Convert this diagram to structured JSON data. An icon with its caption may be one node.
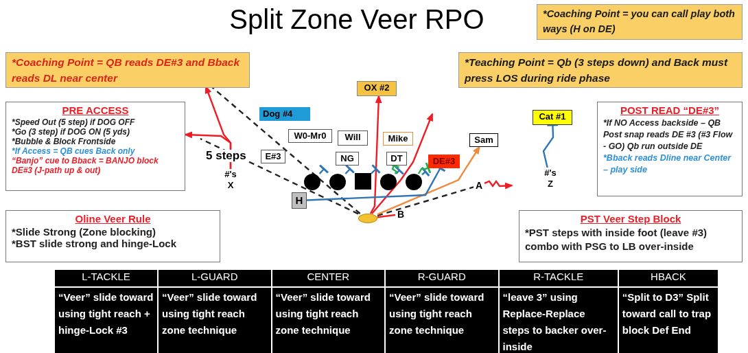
{
  "diagram": {
    "title": "Split Zone Veer RPO",
    "nodes": [
      {
        "text": [
          "*Coaching Point = you can call play both ways (H on DE)"
        ]
      },
      {
        "text": [
          "*Coaching Point = QB reads DE#3 and Bback reads DL near center"
        ]
      },
      {
        "text": [
          "*Teaching Point = Qb (3 steps down) and Back must press LOS during ride phase"
        ]
      },
      {
        "text": [
          "OX #2"
        ]
      },
      {
        "text": [
          "PRE ACCESS",
          "*Speed Out (5 step) if DOG OFF",
          "*Go (3 step) if DOG ON (5 yds)",
          "*Bubble & Block Frontside",
          "*If Access = QB cues Back only",
          "“Banjo” cue to Bback = BANJO block DE#3 (J-path up & out)"
        ]
      },
      {
        "text": [
          "Dog #4"
        ]
      },
      {
        "text": [
          "Cat #1"
        ]
      },
      {
        "text": [
          "POST READ “DE#3”",
          "*If NO Access backside – QB Post snap reads DE #3 (#3 Flow - GO) Qb run outside DE",
          "*Bback reads Dline near Center – play side"
        ]
      },
      {
        "text": [
          "W0-Mr0"
        ]
      },
      {
        "text": [
          "Will"
        ]
      },
      {
        "text": [
          "Mike"
        ]
      },
      {
        "text": [
          "Sam"
        ]
      },
      {
        "text": [
          "E#3"
        ]
      },
      {
        "text": [
          "NG"
        ]
      },
      {
        "text": [
          "DT"
        ]
      },
      {
        "text": [
          "DE#3"
        ]
      },
      {
        "text": [
          "#'s",
          "X"
        ]
      },
      {
        "text": [
          "#'s",
          "Z"
        ]
      },
      {
        "text": [],
        "shape": "circle"
      },
      {
        "text": [],
        "shape": "circle"
      },
      {
        "text": [],
        "shape": "box"
      },
      {
        "text": [],
        "shape": "circle"
      },
      {
        "text": [],
        "shape": "circle"
      },
      {
        "text": [
          "H"
        ]
      },
      {
        "text": [
          "A"
        ]
      },
      {
        "text": [
          "B"
        ]
      },
      {
        "text": [],
        "shape": "ellipse"
      },
      {
        "text": [
          "Oline Veer Rule",
          "*Slide Strong (Zone blocking)",
          "*BST slide strong and hinge-Lock"
        ]
      },
      {
        "text": [
          "PST Veer Step Block",
          "*PST steps with inside foot (leave #3) combo with PSG to LB over-inside"
        ]
      }
    ],
    "edges": [
      {
        "from": 16,
        "to": 1,
        "arrow": "to",
        "color": "#ee1c25"
      },
      {
        "from": 16,
        "to": 4,
        "arrow": "to",
        "color": "#ee1c25"
      },
      {
        "from": 26,
        "to": 1,
        "arrow": "none",
        "style": "dashed",
        "color": "#222222"
      },
      {
        "from": 26,
        "to": null,
        "arrow": "none",
        "style": "dashed",
        "color": "#222222"
      },
      {
        "from": 26,
        "to": 24,
        "arrow": "none",
        "style": "dashed",
        "color": "#222222"
      },
      {
        "from": 24,
        "to": null,
        "arrow": "to",
        "color": "#ee1c25"
      },
      {
        "from": 25,
        "to": 26,
        "arrow": "none",
        "color": "#ee1c25"
      },
      {
        "from": 26,
        "to": 3,
        "arrow": "to",
        "color": "#ee1c25"
      },
      {
        "from": 26,
        "to": null,
        "arrow": "to",
        "color": "#ee1c25"
      },
      {
        "from": 26,
        "to": 11,
        "arrow": "to",
        "color": "#f08a3c"
      },
      {
        "from": 23,
        "to": 15,
        "arrow": "other",
        "color": "#2e75b6"
      },
      {
        "from": 17,
        "to": 6,
        "arrow": "other",
        "color": "#2e75b6"
      },
      {
        "from": 18,
        "to": null,
        "arrow": "other",
        "color": "#2e75b6"
      },
      {
        "from": 19,
        "to": null,
        "arrow": "other",
        "color": "#2e75b6"
      },
      {
        "from": 20,
        "to": null,
        "arrow": "other",
        "color": "#2e75b6"
      },
      {
        "from": 21,
        "to": null,
        "arrow": "other",
        "color": "#2e75b6"
      },
      {
        "from": 22,
        "to": null,
        "arrow": "other",
        "color": "#2e75b6"
      },
      {
        "from": 21,
        "to": 14,
        "arrow": "other",
        "color": "#22b14c"
      },
      {
        "from": 22,
        "to": 15,
        "arrow": "other",
        "color": "#22b14c"
      }
    ],
    "labels": [
      "5 steps",
      "L-TACKLE",
      "L-GUARD",
      "CENTER",
      "R-GUARD",
      "R-TACKLE",
      "HBACK",
      "“Veer” slide toward using tight reach + hinge-Lock #3",
      "“Veer” slide toward using tight reach zone technique",
      "“Veer” slide toward using tight reach zone technique",
      "“Veer” slide toward using tight reach zone technique",
      "“leave 3” using Replace-Replace steps to backer over-inside",
      "“Split to D3” Split toward call to trap block Def End"
    ]
  }
}
